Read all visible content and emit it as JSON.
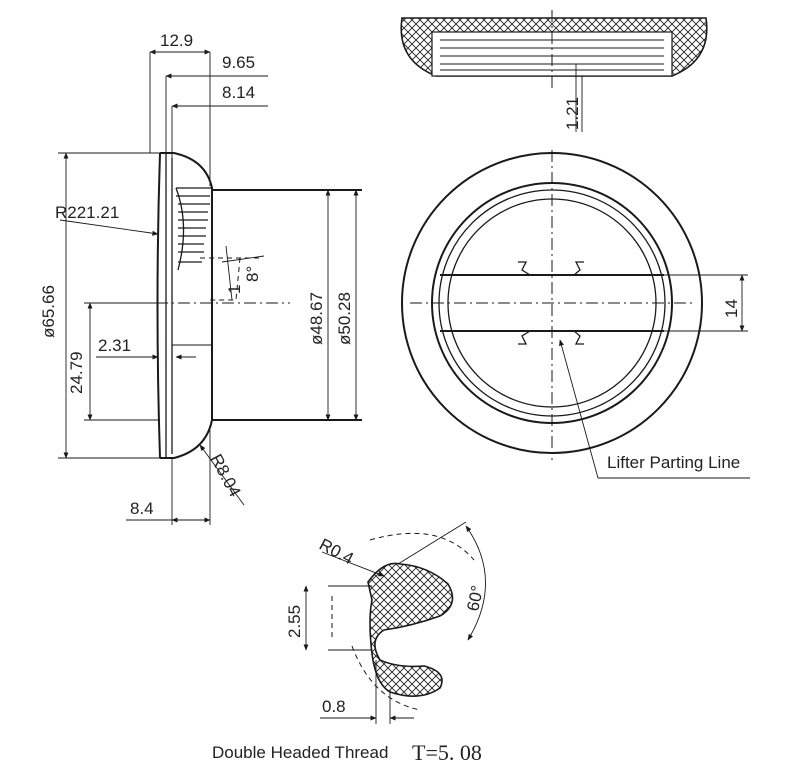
{
  "side_view": {
    "dims": {
      "d12_9": "12.9",
      "d9_65": "9.65",
      "d8_14": "8.14",
      "r221": "R221.21",
      "dia65": "ø65.66",
      "d24_79": "24.79",
      "d2_31": "2.31",
      "dia48": "ø48.67",
      "dia50": "ø50.28",
      "ang8": "8°",
      "one": "1",
      "r8": "R8.04",
      "d8_4": "8.4"
    }
  },
  "top_section": {
    "d1_21": "1.21"
  },
  "front_view": {
    "d14": "14",
    "lifter_label": "Lifter Parting Line"
  },
  "thread_detail": {
    "r0_4": "R0.4",
    "d2_55": "2.55",
    "ang60": "60°",
    "d0_8": "0.8"
  },
  "caption": {
    "text": "Double Headed Thread",
    "pitch": "T=5. 08"
  }
}
